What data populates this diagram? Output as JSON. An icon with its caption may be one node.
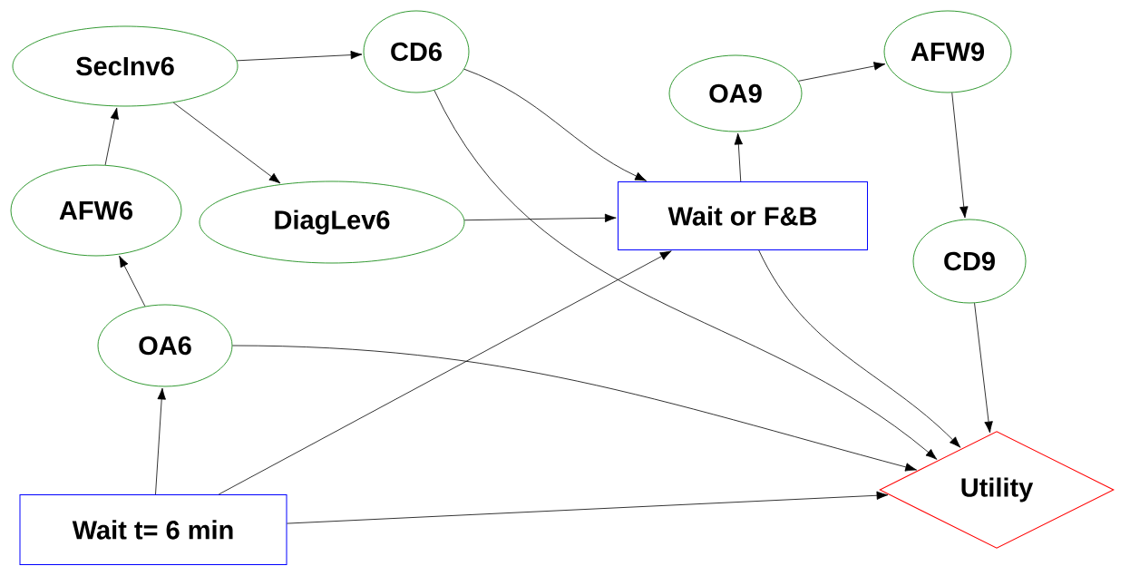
{
  "diagram": {
    "nodes": [
      {
        "text": [
          "SecInv6"
        ]
      },
      {
        "text": [
          "CD6"
        ]
      },
      {
        "text": [
          "OA9"
        ]
      },
      {
        "text": [
          "AFW9"
        ]
      },
      {
        "text": [
          "AFW6"
        ]
      },
      {
        "text": [
          "DiagLev6"
        ]
      },
      {
        "text": [
          "Wait or F&B"
        ]
      },
      {
        "text": [
          "CD9"
        ]
      },
      {
        "text": [
          "OA6"
        ]
      },
      {
        "text": [
          "Utility"
        ]
      },
      {
        "text": [
          "Wait t= 6 min"
        ]
      }
    ],
    "edges": [
      {
        "from": 0,
        "to": 1,
        "arrow": "to"
      },
      {
        "from": 0,
        "to": 5,
        "arrow": "to"
      },
      {
        "from": 4,
        "to": 0,
        "arrow": "to"
      },
      {
        "from": 8,
        "to": 4,
        "arrow": "to"
      },
      {
        "from": 10,
        "to": 8,
        "arrow": "to"
      },
      {
        "from": 10,
        "to": 6,
        "arrow": "to"
      },
      {
        "from": 10,
        "to": 9,
        "arrow": "to"
      },
      {
        "from": 5,
        "to": 6,
        "arrow": "to"
      },
      {
        "from": 1,
        "to": 6,
        "arrow": "to"
      },
      {
        "from": 1,
        "to": 9,
        "arrow": "to"
      },
      {
        "from": 6,
        "to": 2,
        "arrow": "to"
      },
      {
        "from": 2,
        "to": 3,
        "arrow": "to"
      },
      {
        "from": 3,
        "to": 7,
        "arrow": "to"
      },
      {
        "from": 7,
        "to": 9,
        "arrow": "to"
      },
      {
        "from": 6,
        "to": 9,
        "arrow": "to"
      },
      {
        "from": 8,
        "to": 9,
        "arrow": "to"
      }
    ]
  }
}
